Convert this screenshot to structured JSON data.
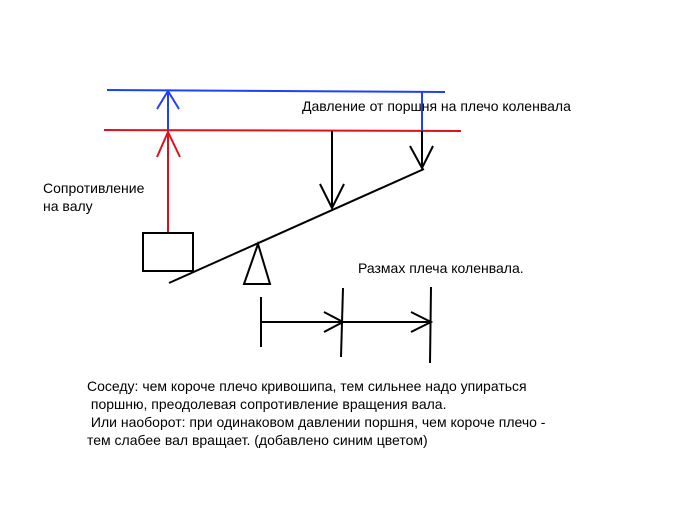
{
  "labels": {
    "pressure": "Давление от поршня на плечо коленвала",
    "resistance_line1": "Сопротивление",
    "resistance_line2": "на валу",
    "stroke": "Размах плеча коленвала."
  },
  "note": {
    "line1": "Соседу: чем короче плечо кривошипа, тем сильнее надо упираться",
    "line2": " поршню, преодолевая сопротивление вращения вала.",
    "line3": " Или наоборот: при одинаковом давлении поршня, чем короче плечо -",
    "line4": "тем слабее вал вращает. (добавлено синим цветом)"
  },
  "colors": {
    "blue": "#1f3fff",
    "red": "#e0101a",
    "black": "#000000"
  }
}
